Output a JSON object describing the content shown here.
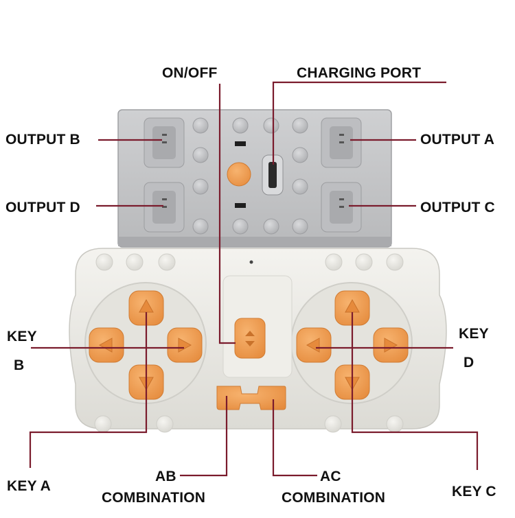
{
  "labels": {
    "on_off": "ON/OFF",
    "charging_port": "CHARGING PORT",
    "output_a": "OUTPUT A",
    "output_b": "OUTPUT B",
    "output_c": "OUTPUT C",
    "output_d": "OUTPUT D",
    "key_b_line1": "KEY",
    "key_b_line2": "B",
    "key_d_line1": "KEY",
    "key_d_line2": "D",
    "key_a": "KEY A",
    "key_c": "KEY C",
    "ab_line1": "AB",
    "ab_line2": "COMBINATION",
    "ac_line1": "AC",
    "ac_line2": "COMBINATION"
  },
  "colors": {
    "leader_line": "#7a1b2c",
    "battery_box": "#c9cacc",
    "remote_body": "#ecebe6",
    "button_orange": "#ef9e55",
    "text": "#111111"
  }
}
